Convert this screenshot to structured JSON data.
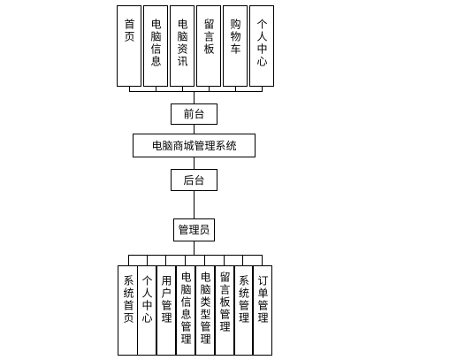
{
  "frontend_modules": [
    "首页",
    "电脑信息",
    "电脑资讯",
    "留言板",
    "购物车",
    "个人中心"
  ],
  "frontend_label": "前台",
  "system_label": "电脑商城管理系统",
  "backend_label": "后台",
  "admin_label": "管理员",
  "admin_modules": [
    "系统首页",
    "个人中心",
    "用户管理",
    "电脑信息管理",
    "电脑类型管理",
    "留言板管理",
    "系统管理",
    "订单管理"
  ]
}
